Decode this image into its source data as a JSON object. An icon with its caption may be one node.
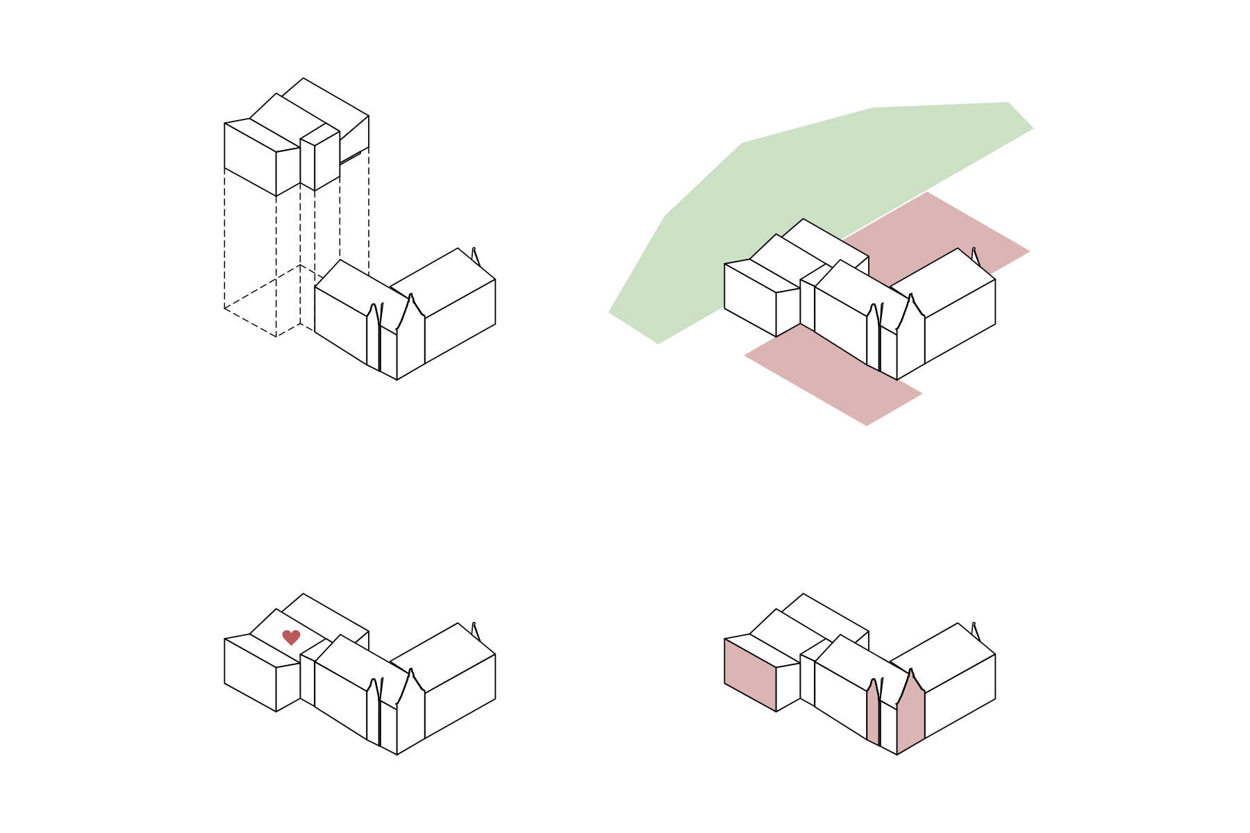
{
  "diagram": {
    "nodes": [
      {
        "text": [],
        "shape": "picture"
      },
      {
        "text": [],
        "shape": "picture"
      },
      {
        "text": [],
        "shape": "picture"
      },
      {
        "text": [],
        "shape": "heart",
        "in": 2
      },
      {
        "text": [],
        "shape": "picture"
      }
    ]
  }
}
